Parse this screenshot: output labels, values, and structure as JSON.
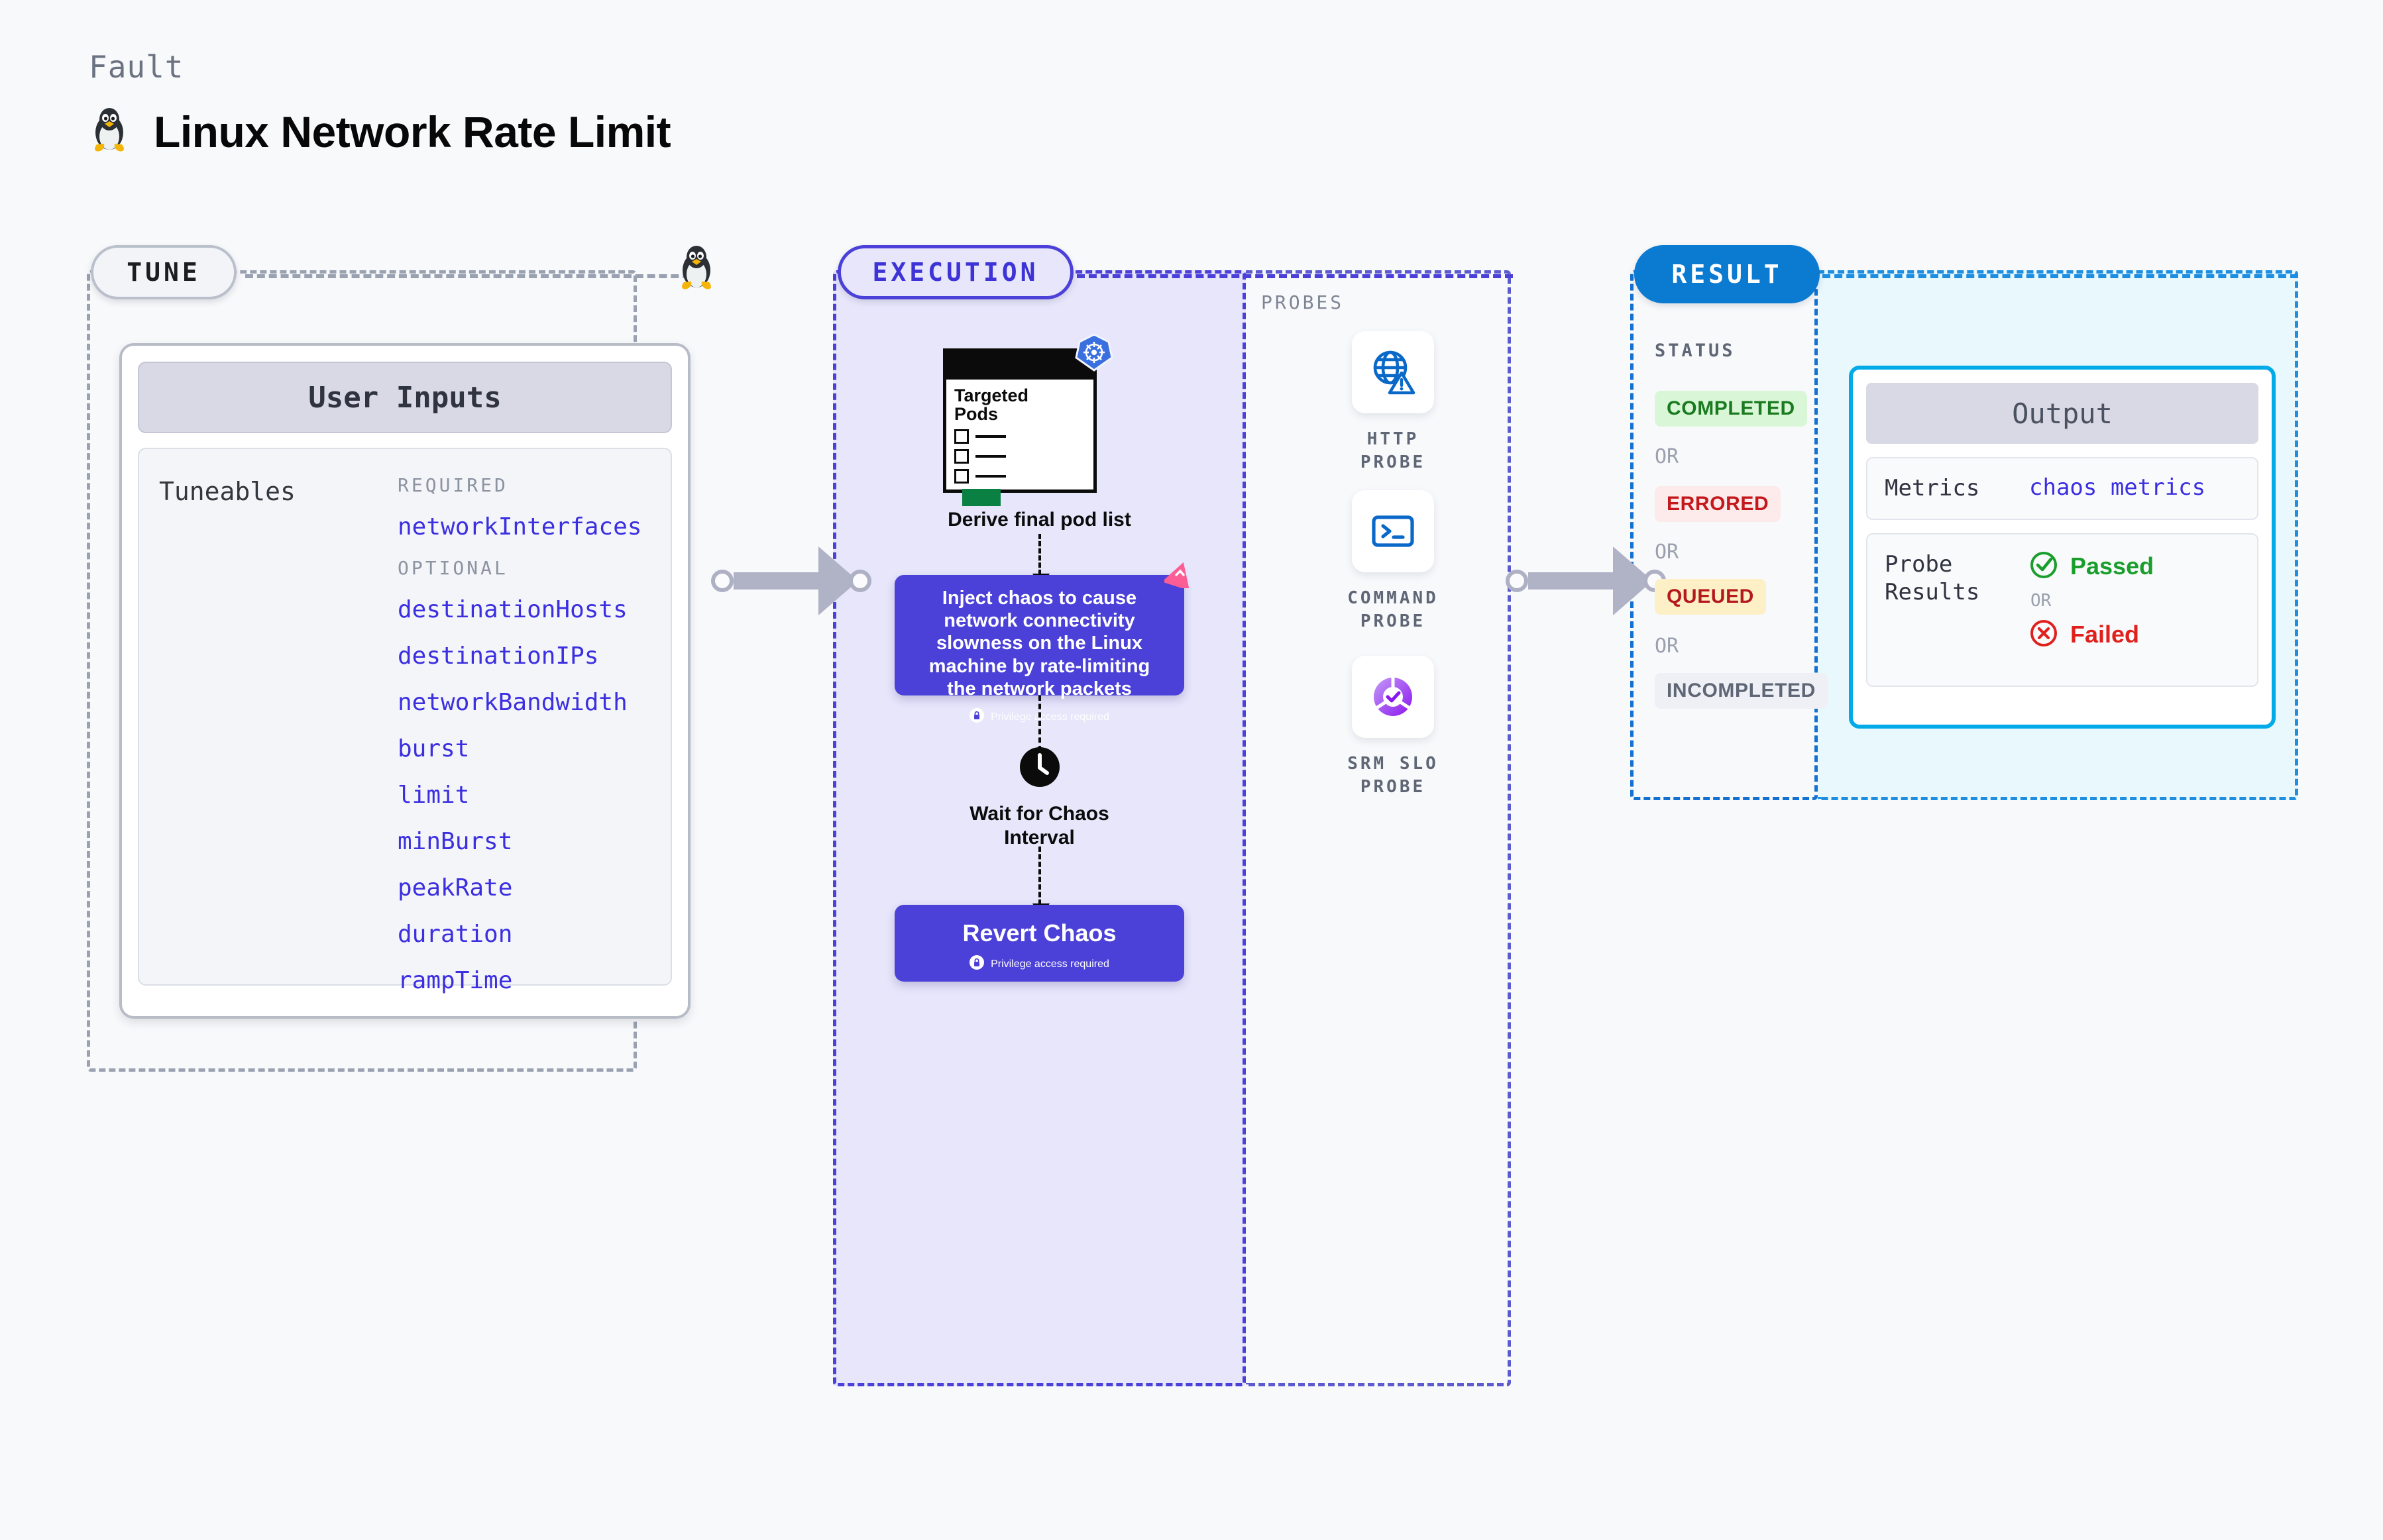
{
  "header": {
    "kicker": "Fault",
    "title": "Linux Network Rate Limit",
    "icon": "linux-tux-icon"
  },
  "stages": {
    "tune": {
      "label": "TUNE"
    },
    "execution": {
      "label": "EXECUTION"
    },
    "result": {
      "label": "RESULT"
    }
  },
  "tune": {
    "card_title": "User Inputs",
    "tuneables_label": "Tuneables",
    "groups": [
      {
        "label": "REQUIRED",
        "items": [
          "networkInterfaces"
        ]
      },
      {
        "label": "OPTIONAL",
        "items": [
          "destinationHosts",
          "destinationIPs",
          "networkBandwidth",
          "burst",
          "limit",
          "minBurst",
          "peakRate",
          "duration",
          "rampTime"
        ]
      }
    ]
  },
  "execution": {
    "pods_card": {
      "title_line1": "Targeted",
      "title_line2": "Pods",
      "badge_icon": "kubernetes-icon"
    },
    "derive_caption": "Derive final pod list",
    "inject": {
      "text": "Inject chaos to cause network connectivity slowness on the Linux machine by rate-limiting the network packets",
      "privilege_note": "Privilege access required",
      "badge_icon": "litmuschaos-icon"
    },
    "wait": {
      "icon": "clock-icon",
      "caption_line1": "Wait for Chaos",
      "caption_line2": "Interval"
    },
    "revert": {
      "title": "Revert Chaos",
      "privilege_note": "Privilege access required"
    }
  },
  "probes": {
    "label": "PROBES",
    "items": [
      {
        "name": "HTTP PROBE",
        "icon": "globe-warning-icon"
      },
      {
        "name": "COMMAND PROBE",
        "icon": "terminal-icon"
      },
      {
        "name": "SRM SLO PROBE",
        "icon": "srm-slo-icon"
      }
    ]
  },
  "result": {
    "status_label": "STATUS",
    "or_label": "OR",
    "statuses": [
      {
        "label": "COMPLETED"
      },
      {
        "label": "ERRORED"
      },
      {
        "label": "QUEUED"
      },
      {
        "label": "INCOMPLETED"
      }
    ],
    "output": {
      "title": "Output",
      "metrics_key": "Metrics",
      "metrics_value": "chaos metrics",
      "probe_results_key_line1": "Probe",
      "probe_results_key_line2": "Results",
      "passed_label": "Passed",
      "failed_label": "Failed",
      "or_label": "OR"
    }
  },
  "colors": {
    "accent_purple": "#4b41d8",
    "accent_blue": "#0b7ad1",
    "accent_cyan": "#02aae8",
    "status_completed": "#1a7a1f",
    "status_errored": "#c4181c",
    "status_queued": "#b4191c",
    "status_incompleted": "#5f6675",
    "passed": "#1a9e2b",
    "failed": "#e0201c",
    "tune_border": "#9aa2b1"
  }
}
